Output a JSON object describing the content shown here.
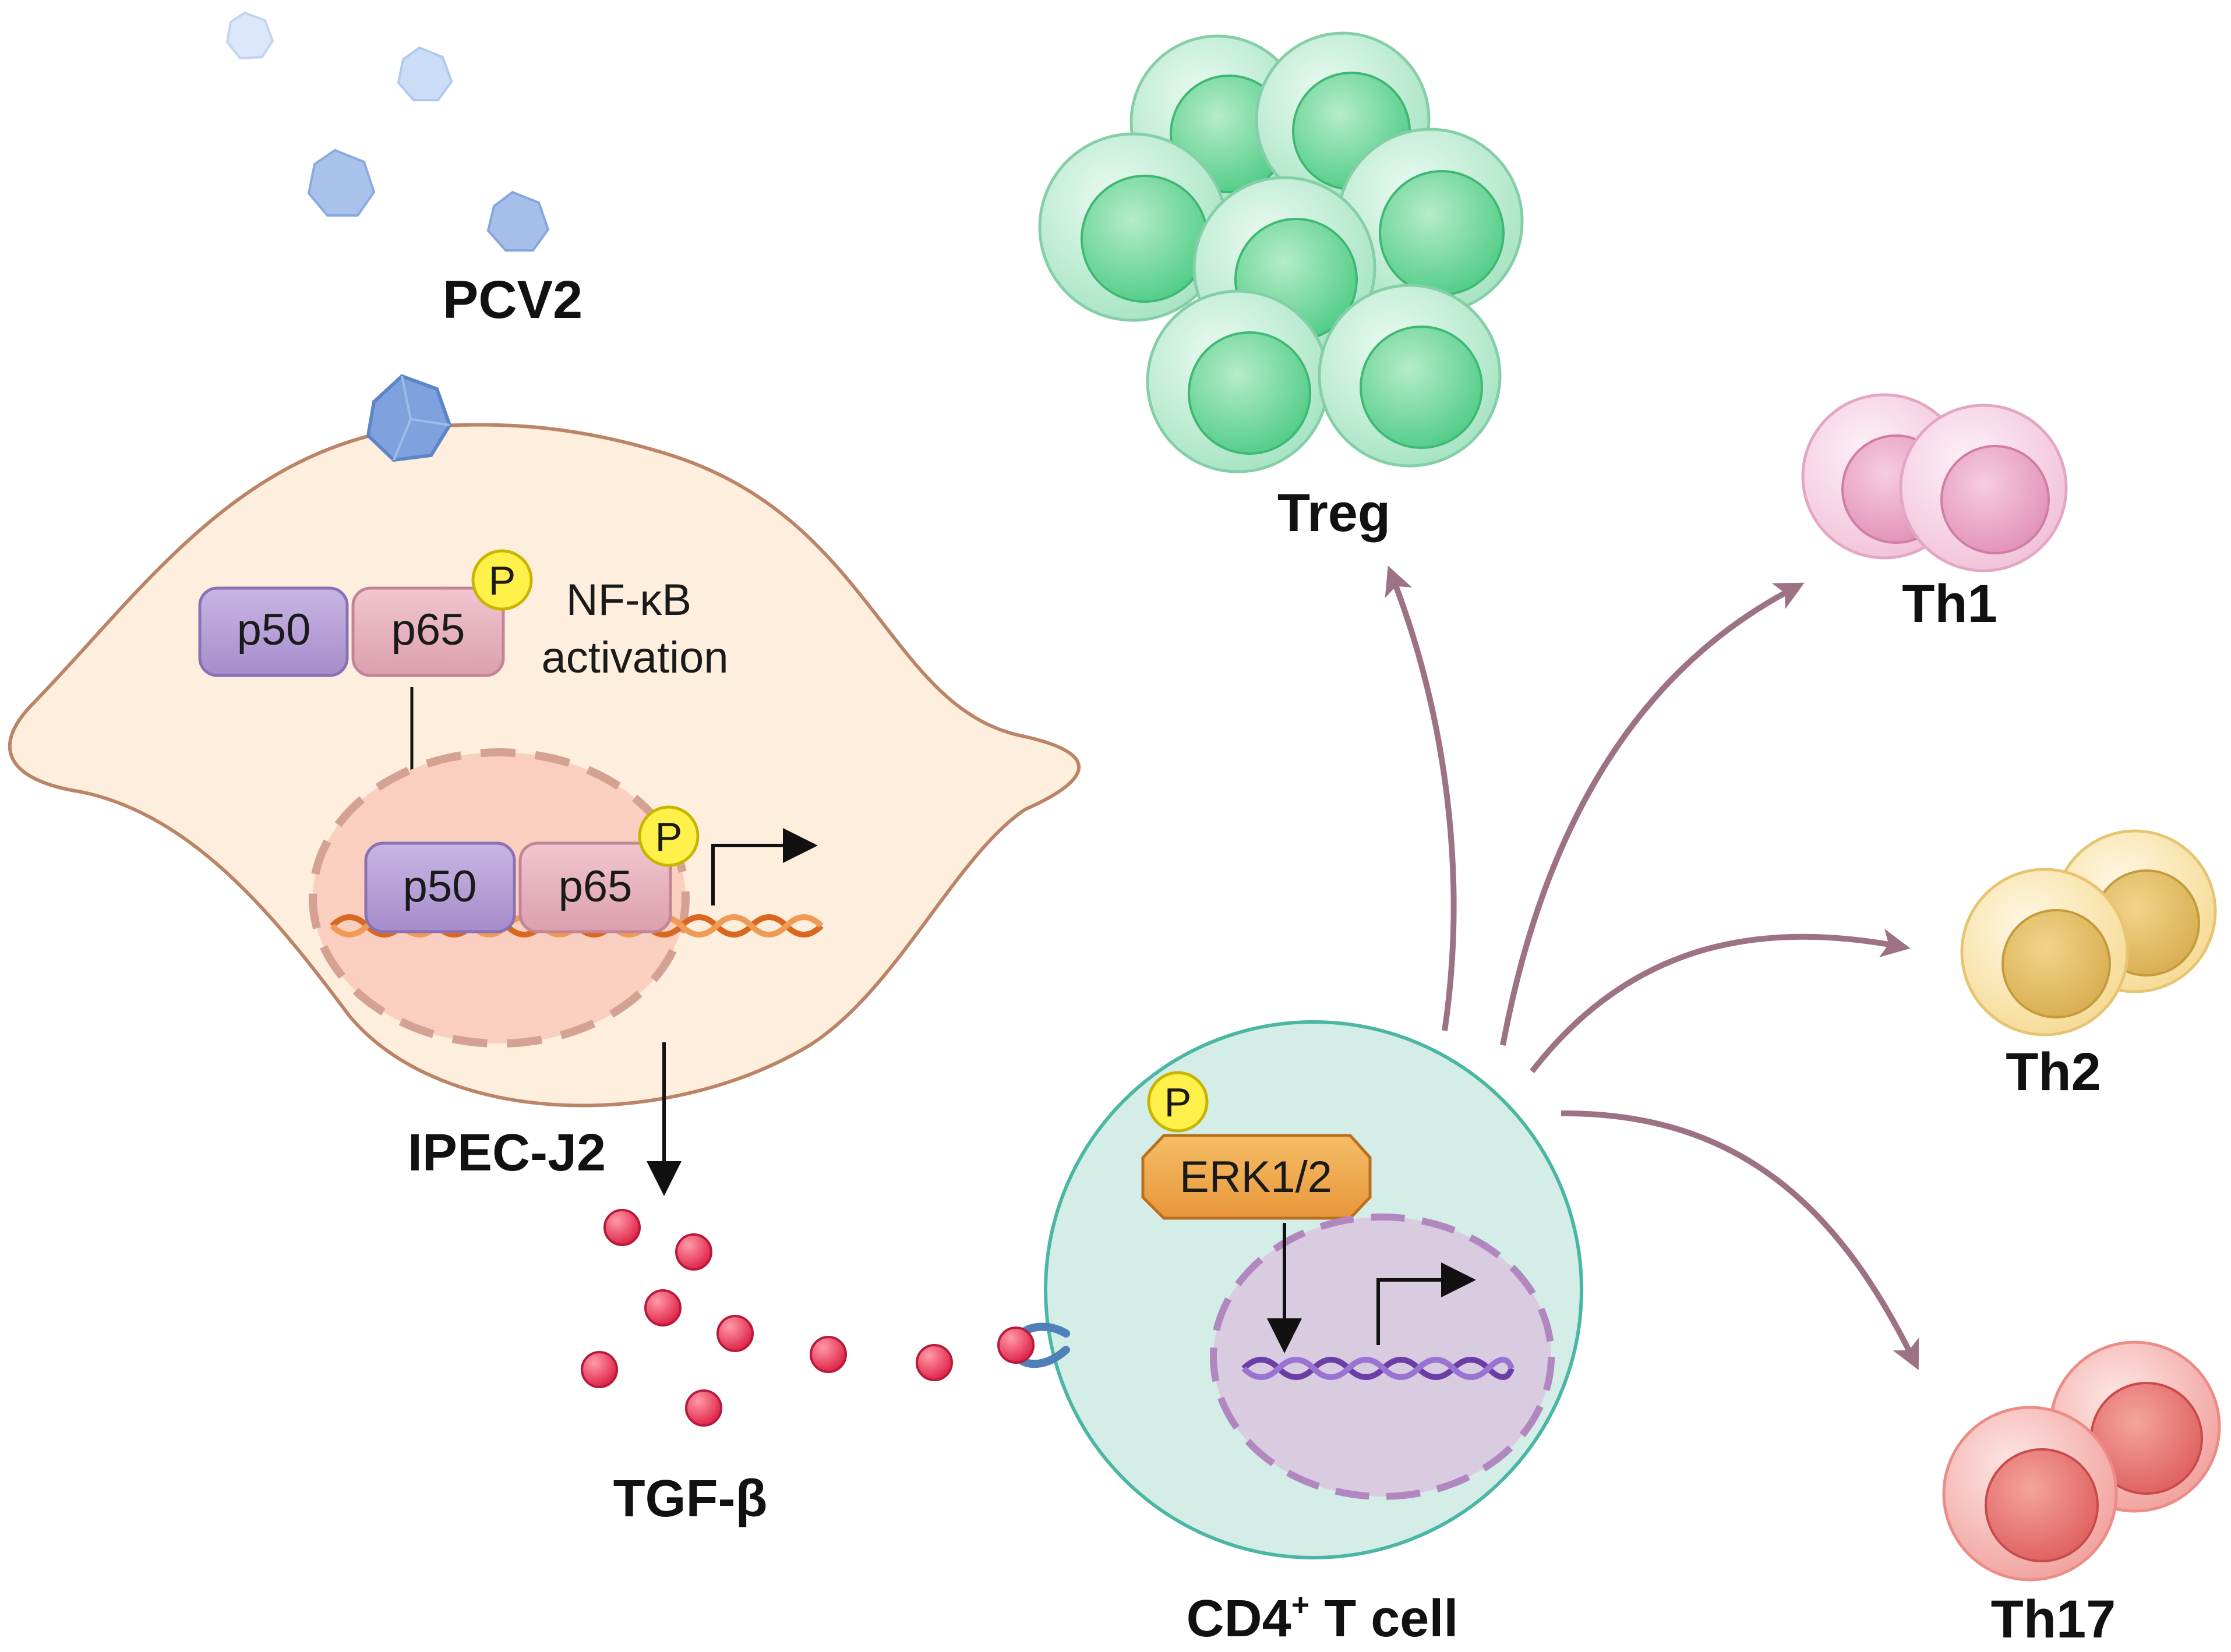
{
  "labels": {
    "virus": "PCV2",
    "epithelial_cell": "IPEC-J2",
    "cytokine": "TGF-β",
    "t_cell_main": "CD4",
    "t_cell_sup": "+",
    "t_cell_rest": " T cell",
    "activation_line1": "NF-κB",
    "activation_line2": "activation"
  },
  "proteins": {
    "p50": "p50",
    "p65": "p65",
    "erk": "ERK1/2",
    "phospho": "P"
  },
  "outcomes": [
    {
      "key": "treg",
      "label": "Treg"
    },
    {
      "key": "th1",
      "label": "Th1"
    },
    {
      "key": "th2",
      "label": "Th2"
    },
    {
      "key": "th17",
      "label": "Th17"
    }
  ],
  "colors": {
    "epithelial_cytoplasm": "#fdeedd",
    "epithelial_nucleus": "#fbcfbf",
    "p50": "#b9a3d6",
    "p65": "#e7b3c0",
    "phospho": "#fff04a",
    "erk": "#f0a848",
    "tgf_beta": "#e83a57",
    "tcell": "#d4ede6",
    "tcell_nucleus": "#d9cbe0",
    "treg": "#8fdcb4",
    "th1": "#f0b8d4",
    "th2": "#f4d488",
    "th17": "#ef8e88",
    "arrow": "#9e7285",
    "virus": "#8eb0e4"
  }
}
